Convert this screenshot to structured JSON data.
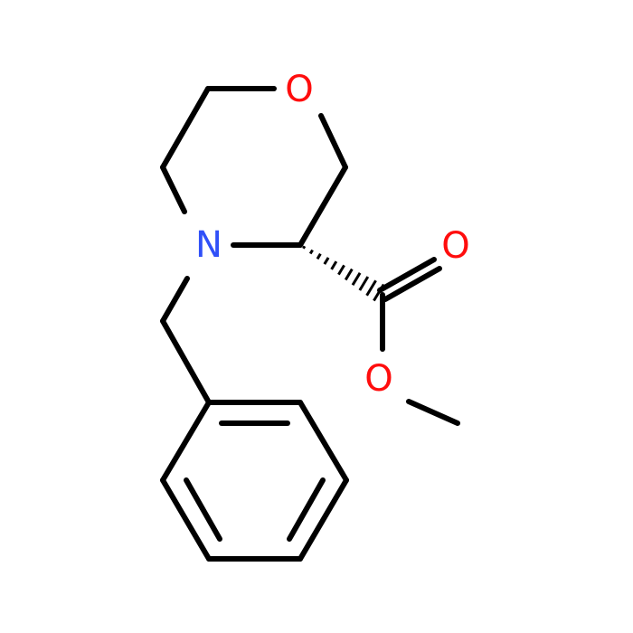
{
  "molecule": {
    "atoms": {
      "ring_o": {
        "label": "O",
        "color": "#ff0d0d"
      },
      "ring_n": {
        "label": "N",
        "color": "#3050f8"
      },
      "carbonyl_o": {
        "label": "O",
        "color": "#ff0d0d"
      },
      "ester_o": {
        "label": "O",
        "color": "#ff0d0d"
      }
    },
    "bond_color": "#000000",
    "stereo_bond": "hashed-wedge"
  }
}
